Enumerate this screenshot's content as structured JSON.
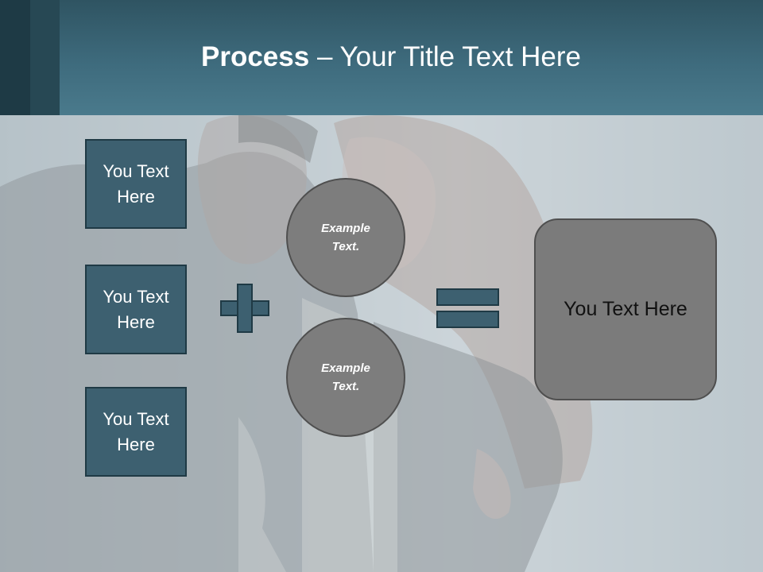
{
  "title": {
    "bold": "Process",
    "rest": " – Your Title Text Here"
  },
  "left_boxes": [
    {
      "label": "You Text Here"
    },
    {
      "label": "You Text Here"
    },
    {
      "label": "You Text Here"
    }
  ],
  "circles": [
    {
      "label": "Example Text."
    },
    {
      "label": "Example Text."
    }
  ],
  "result": {
    "label": "You Text Here"
  },
  "operators": {
    "plus": "plus-icon",
    "equals": "equals-icon"
  },
  "colors": {
    "title_bar": "#3e6b7d",
    "box_fill": "#3d6070",
    "box_border": "#1f3a45",
    "circle_fill": "#7d7d7d",
    "result_fill": "#7b7b7b"
  }
}
